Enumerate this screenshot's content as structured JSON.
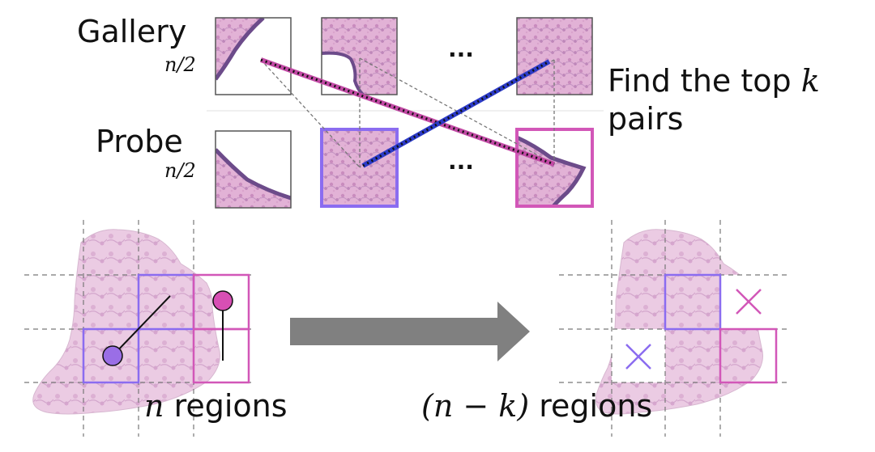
{
  "gallery": {
    "label": "Gallery",
    "count": "n/2"
  },
  "probe": {
    "label": "Probe",
    "count": "n/2"
  },
  "ellipsis": "...",
  "top_pairs": {
    "line1": "Find the top k",
    "line2": "pairs"
  },
  "left_caption": {
    "var": "n",
    "text": " regions"
  },
  "right_caption": {
    "expr": "(n − k)",
    "text": " regions"
  },
  "colors": {
    "purple": "#8b6cf0",
    "magenta": "#d257b8",
    "tissue": "#e7c4dd",
    "tissue_dark": "#7b4f8f",
    "arrow": "#808080"
  }
}
